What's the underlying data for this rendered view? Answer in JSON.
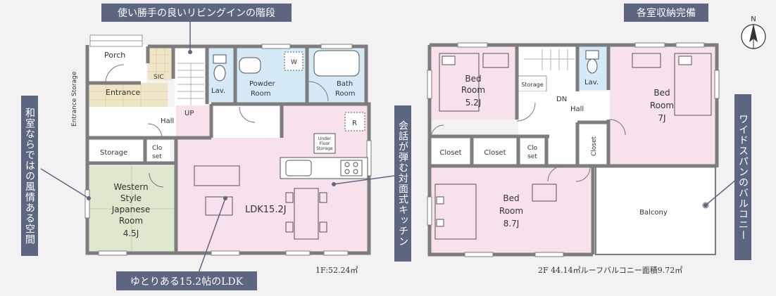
{
  "callouts": {
    "stairs": "使い勝手の良いリビングインの階段",
    "storage": "各室収納完備",
    "ldk": "ゆとりある15.2帖のLDK",
    "japanese": "和室ならではの風情ある空間",
    "kitchen": "会話が弾む対面式キッチン",
    "balcony": "ワイドスパンのバルコニー"
  },
  "floor1": {
    "area": "1F:52.24㎡",
    "rooms": {
      "porch": "Porch",
      "entrance": "Entrance",
      "entrance_storage": "Entrance Storage",
      "sic": "SIC",
      "hall": "Hall",
      "up": "UP",
      "lav": "Lav.",
      "powder_1": "Powder",
      "powder_2": "Room",
      "w": "W",
      "bath_1": "Bath",
      "bath_2": "Room",
      "storage": "Storage",
      "closet_1": "Clo",
      "closet_2": "set",
      "japanese_1": "Western",
      "japanese_2": "Style",
      "japanese_3": "Japanese",
      "japanese_4": "Room",
      "japanese_5": "4.5J",
      "ldk": "LDK15.2J",
      "underfloor_1": "Under",
      "underfloor_2": "Floor",
      "underfloor_3": "Storage",
      "r": "R"
    }
  },
  "floor2": {
    "area": "2F 44.14㎡ルーフバルコニー面積9.72㎡",
    "rooms": {
      "bed1_1": "Bed",
      "bed1_2": "Room",
      "bed1_3": "5.2J",
      "bed2_1": "Bed",
      "bed2_2": "Room",
      "bed2_3": "7J",
      "bed3_1": "Bed",
      "bed3_2": "Room",
      "bed3_3": "8.7J",
      "storage": "Storage",
      "lav": "Lav.",
      "dn": "DN",
      "hall": "Hall",
      "closet_a": "Closet",
      "closet_b": "Closet",
      "closet_c1": "Clo",
      "closet_c2": "set",
      "closet_d": "Closet",
      "balcony": "Balcony"
    }
  },
  "compass": "N",
  "colors": {
    "wall": "#7d7d7d",
    "pink": "#f7e1ec",
    "blue": "#d5eaf6",
    "green": "#dde8cf",
    "beige": "#efe6c8",
    "callout": "#5d6680",
    "white": "#ffffff"
  }
}
